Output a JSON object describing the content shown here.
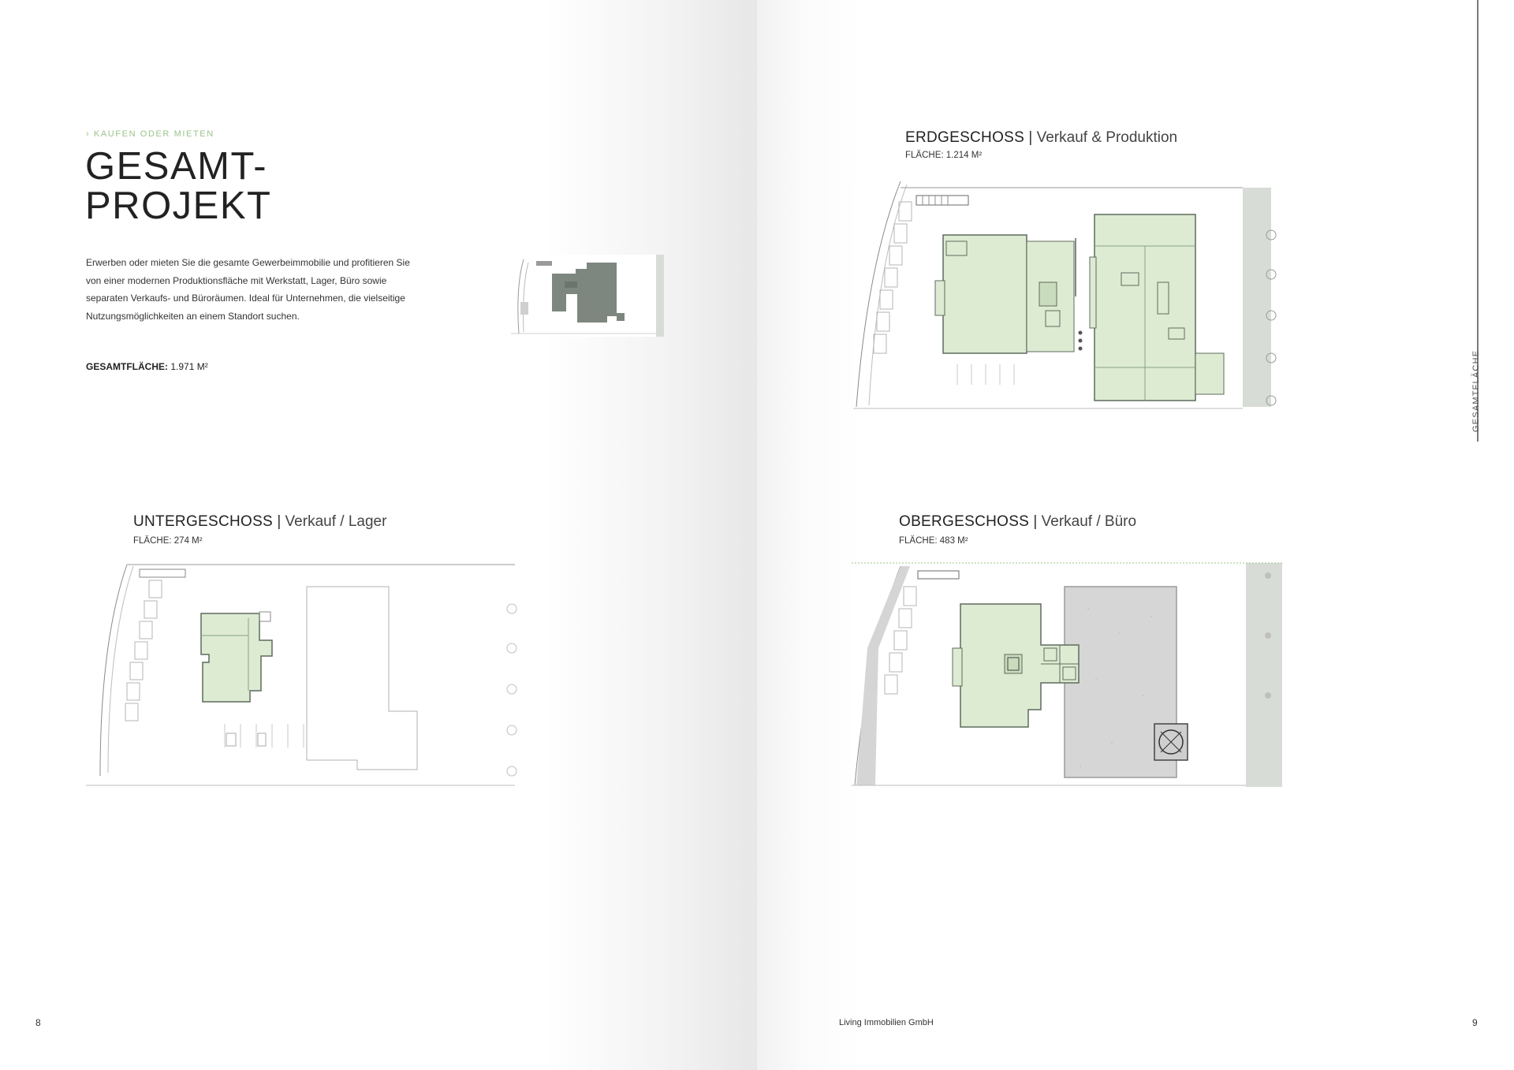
{
  "left_page": {
    "eyebrow": "› KAUFEN ODER MIETEN",
    "title": "GESAMT-\nPROJEKT",
    "intro": "Erwerben oder mieten Sie die gesamte Gewerbeimmobilie  und profitieren Sie von einer modernen Produktionsfläche mit Werkstatt, Lager, Büro sowie separaten Verkaufs- und Büroräumen. Ideal für Unternehmen, die vielseitige Nutzungsmöglichkeiten an einem Standort suchen.",
    "total_area_label": "GESAMTFLÄCHE:",
    "total_area_value": "1.971 M²",
    "page_number": "8"
  },
  "floors": {
    "ground": {
      "name": "ERDGESCHOSS",
      "separator": "|",
      "use": "Verkauf & Produktion",
      "area_label": "FLÄCHE:",
      "area_value": "1.214 M²"
    },
    "basement": {
      "name": "UNTERGESCHOSS",
      "separator": "|",
      "use": "Verkauf / Lager",
      "area_label": "FLÄCHE:",
      "area_value": "274 M²"
    },
    "upper": {
      "name": "OBERGESCHOSS",
      "separator": "|",
      "use": "Verkauf / Büro",
      "area_label": "FLÄCHE:",
      "area_value": "483 M²"
    }
  },
  "right_page": {
    "side_label": "GESAMTFLÄCHE",
    "footer_company": "Living Immobilien GmbH",
    "page_number": "9"
  },
  "colors": {
    "accent_green": "#9ac48a",
    "plan_highlight": "#dcebd2",
    "plan_line": "#6f6f6f",
    "gray_building": "#7d877f"
  }
}
